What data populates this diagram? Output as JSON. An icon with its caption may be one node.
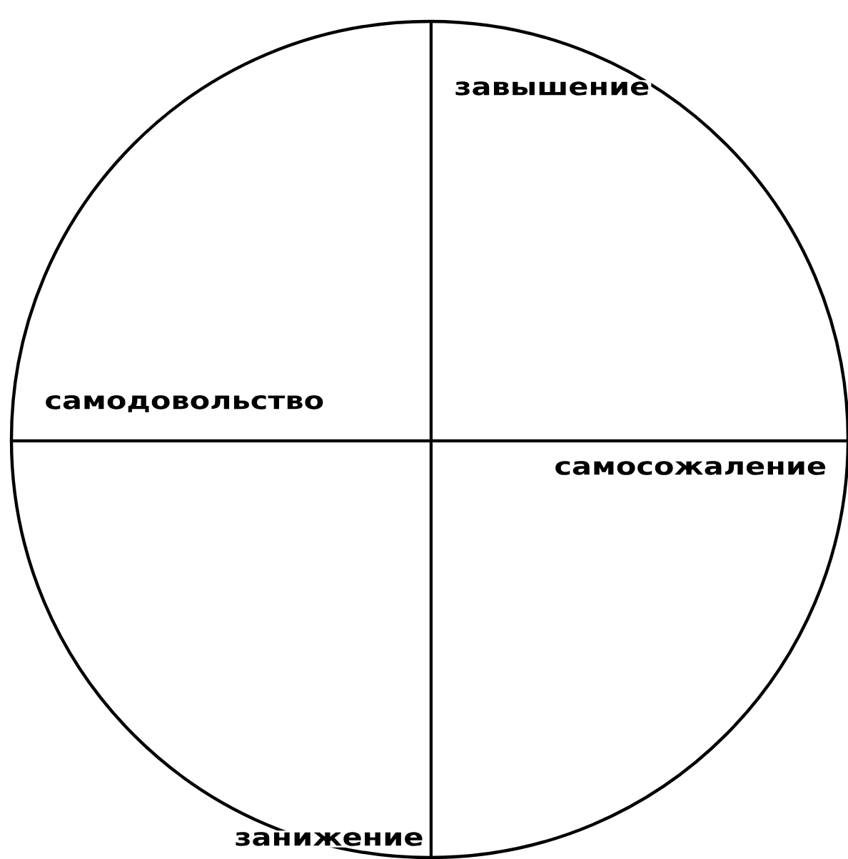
{
  "diagram": {
    "labels": [
      "завышение",
      "самодовольство",
      "самосожаление",
      "занижение"
    ]
  }
}
